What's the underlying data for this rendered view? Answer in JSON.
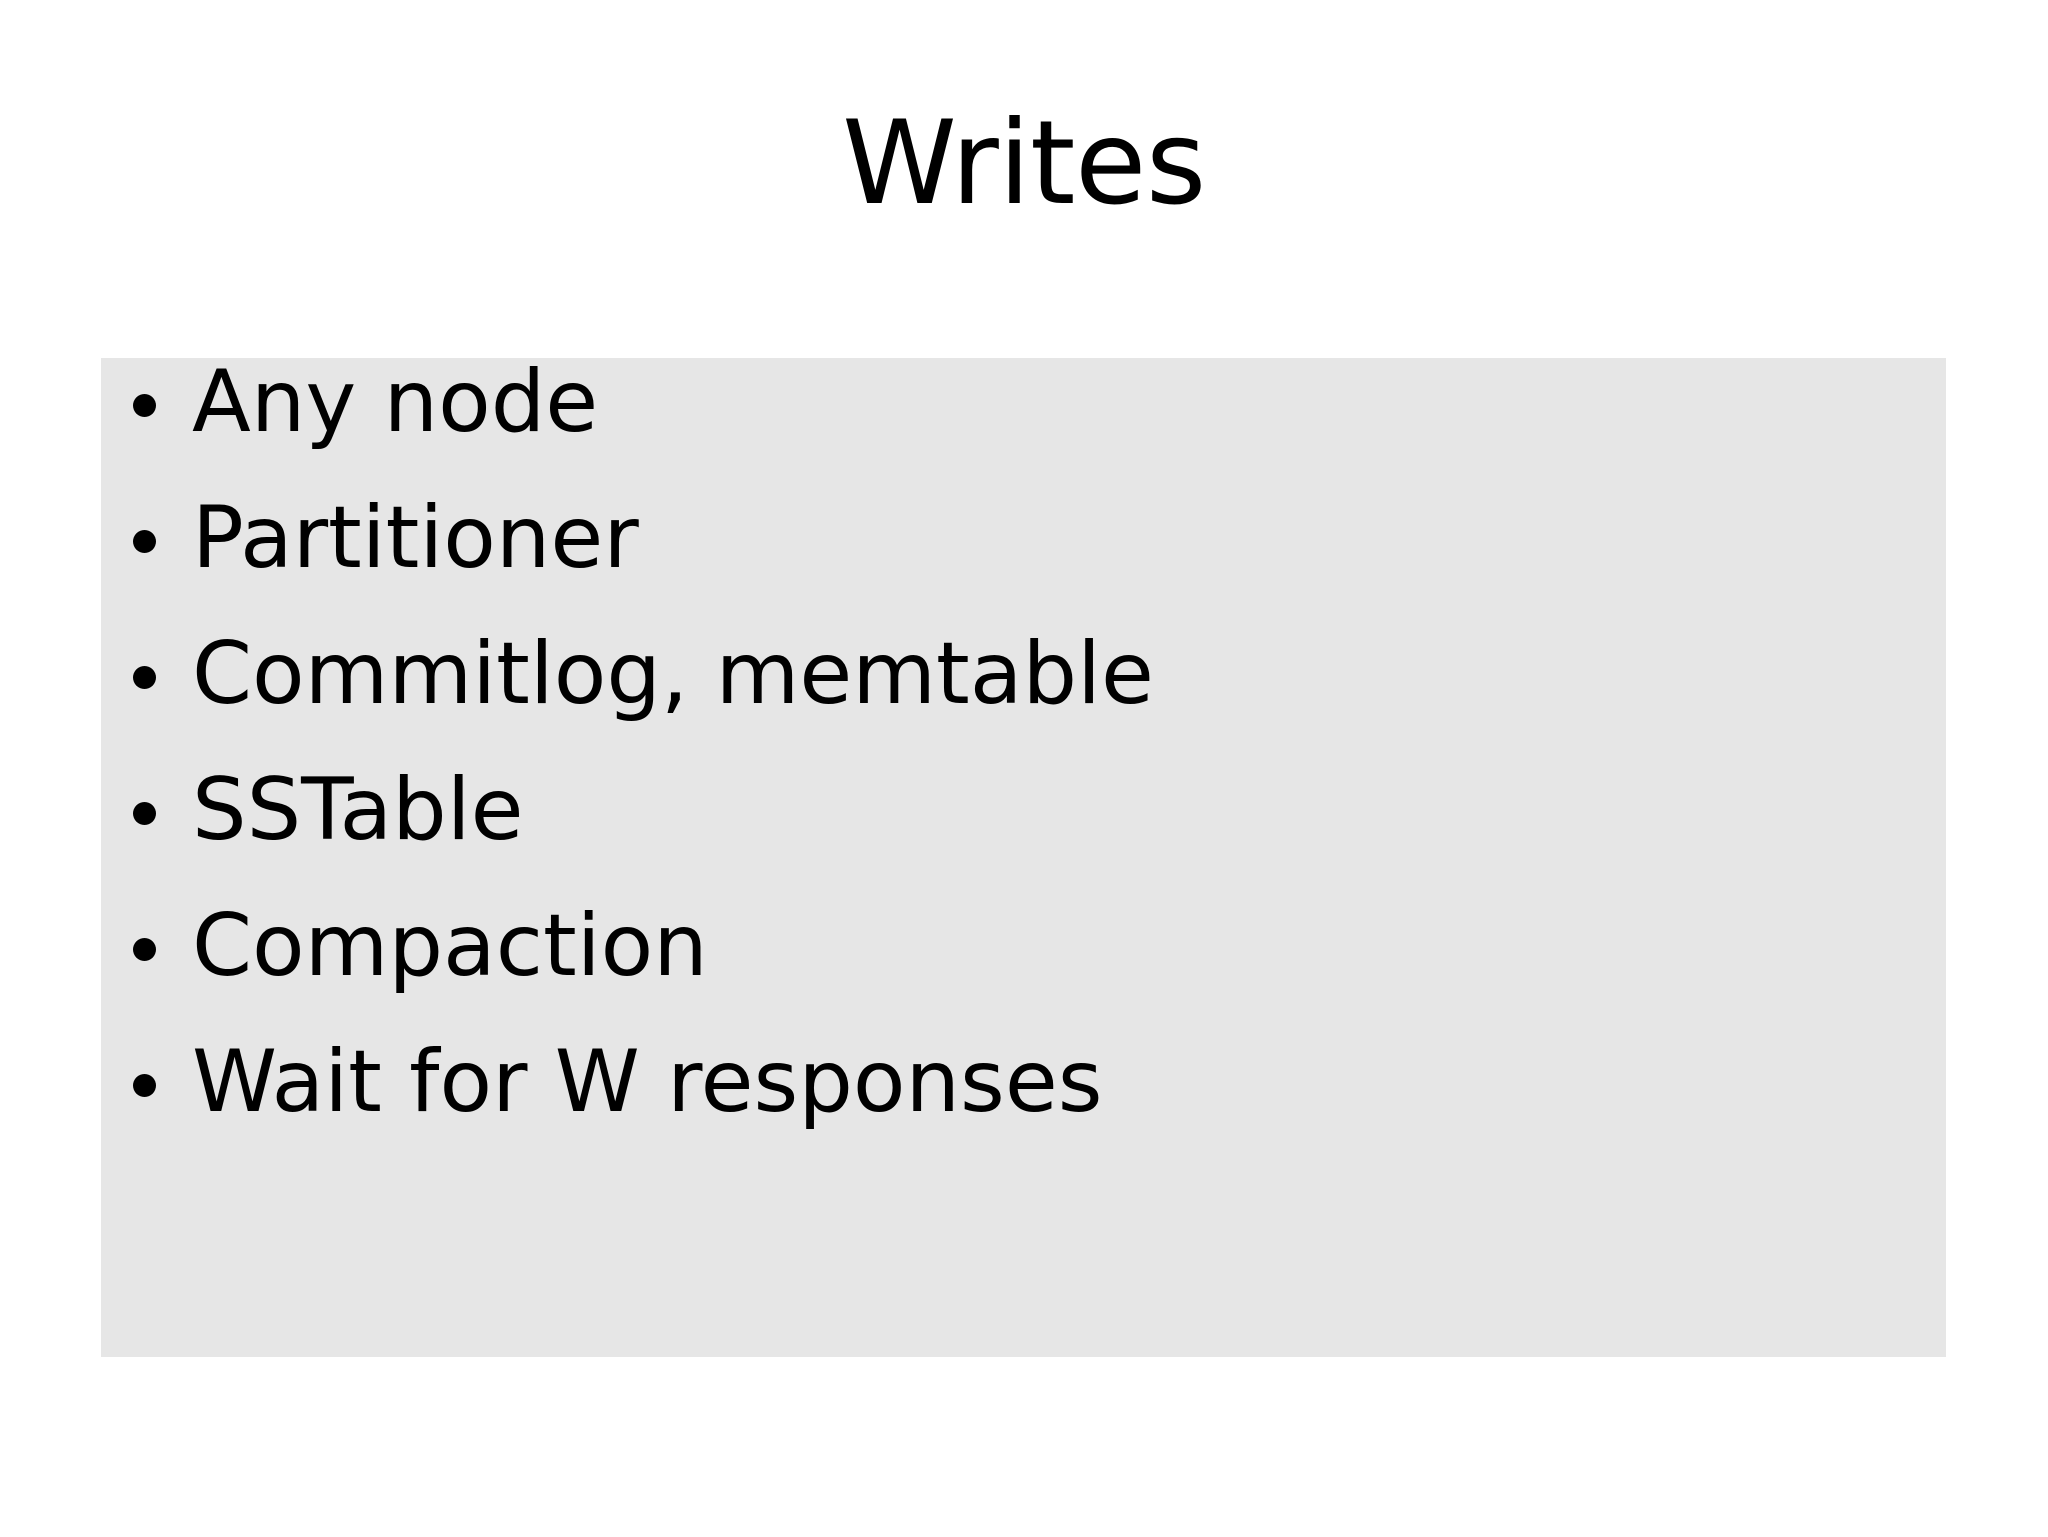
{
  "slide": {
    "title": "Writes",
    "background_color": "#ffffff",
    "content_background_color": "#e6e6e6",
    "text_color": "#000000",
    "bullets": [
      {
        "text": "Any node",
        "marker": "bullet-dot"
      },
      {
        "text": "Partitioner",
        "marker": "bullet-dot"
      },
      {
        "text": "Commitlog, memtable",
        "marker": "bullet-dot"
      },
      {
        "text": "SSTable",
        "marker": "bullet-dot"
      },
      {
        "text": "Compaction",
        "marker": "bullet-dot"
      },
      {
        "text": "Wait for W responses",
        "marker": "bullet-dot"
      }
    ]
  }
}
